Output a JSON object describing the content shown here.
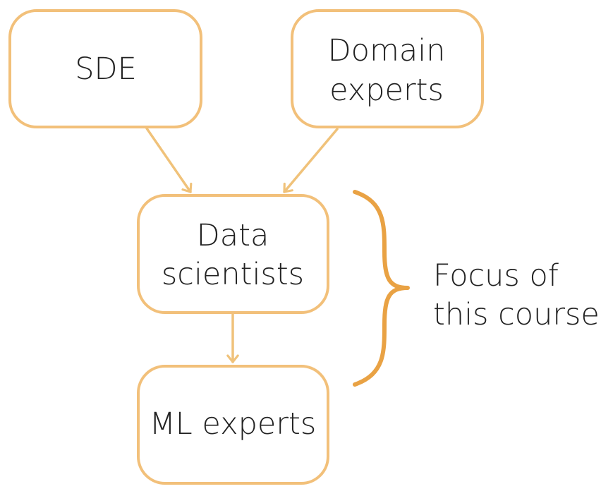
{
  "diagram": {
    "colors": {
      "box_stroke": "#f2c07a",
      "arrow": "#f0c27a",
      "brace": "#e9a244",
      "text": "#222222"
    },
    "nodes": [
      {
        "id": "sde",
        "lines": [
          "SDE"
        ]
      },
      {
        "id": "domain",
        "lines": [
          "Domain",
          "experts"
        ]
      },
      {
        "id": "data",
        "lines": [
          "Data",
          "scientists"
        ]
      },
      {
        "id": "ml",
        "lines": [
          "ML experts"
        ]
      }
    ],
    "edges": [
      {
        "from": "sde",
        "to": "data"
      },
      {
        "from": "domain",
        "to": "data"
      },
      {
        "from": "data",
        "to": "ml"
      }
    ],
    "focus": {
      "lines": [
        "Focus of",
        "this course"
      ]
    }
  }
}
